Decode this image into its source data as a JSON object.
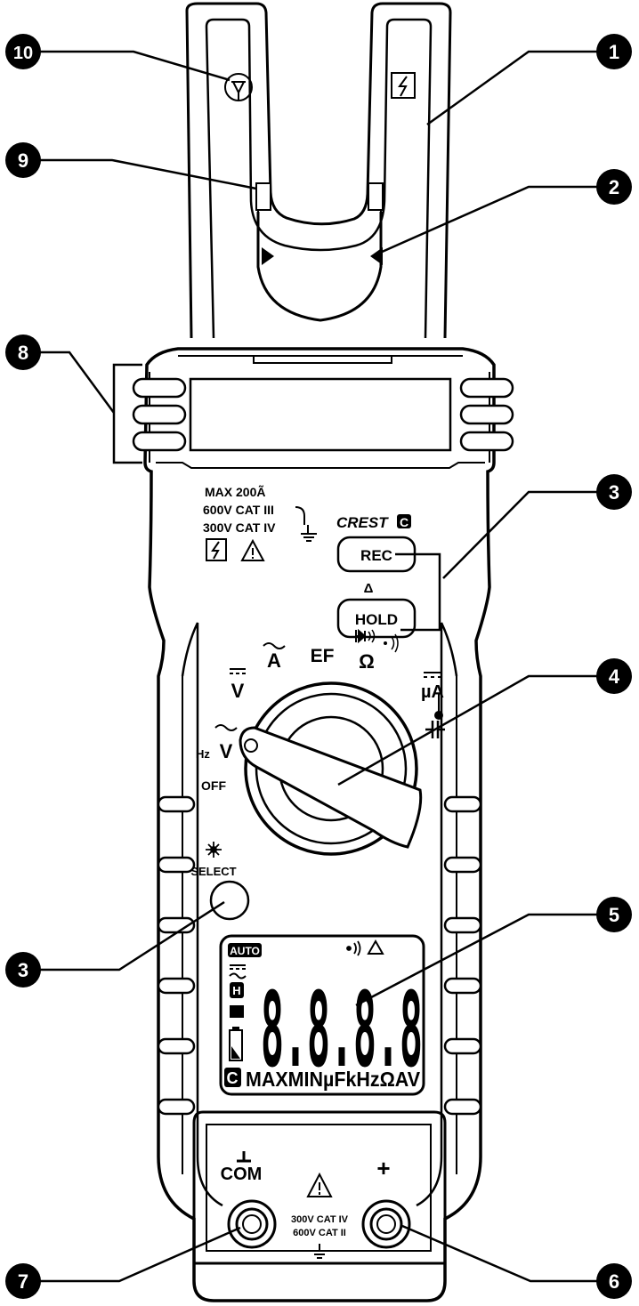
{
  "callouts": [
    "10",
    "9",
    "8",
    "1",
    "2",
    "3",
    "3",
    "4",
    "5",
    "6",
    "7"
  ],
  "ratings": {
    "max": "MAX 200Ã",
    "cat3": "600V CAT III",
    "cat4": "300V CAT IV"
  },
  "brand": "CREST",
  "brand_badge": "C",
  "buttons": {
    "rec": "REC",
    "delta": "Δ",
    "hold": "HOLD",
    "select": "SELECT"
  },
  "dial": {
    "v_dc": "V",
    "a_ac": "A",
    "ef": "EF",
    "ohm": "Ω",
    "ua": "µA",
    "hz_prefix": "Hz",
    "v_ac": "V",
    "off": "OFF"
  },
  "lcd": {
    "auto": "AUTO",
    "h_badge": "H",
    "digits": "8.8.8.8",
    "bottom": [
      "C",
      "MAX",
      "MIN",
      "µF",
      "k",
      "Hz",
      "Ω",
      "A",
      "V"
    ]
  },
  "jacks": {
    "com": "COM",
    "plus": "+",
    "cat4": "300V CAT IV",
    "cat2": "600V CAT II"
  },
  "icons": [
    "antenna-icon",
    "high-voltage-icon",
    "warning-icon",
    "ground-icon",
    "diode-icon",
    "sound-icon",
    "thermometer-icon",
    "capacitor-icon",
    "backlight-icon",
    "battery-icon"
  ]
}
